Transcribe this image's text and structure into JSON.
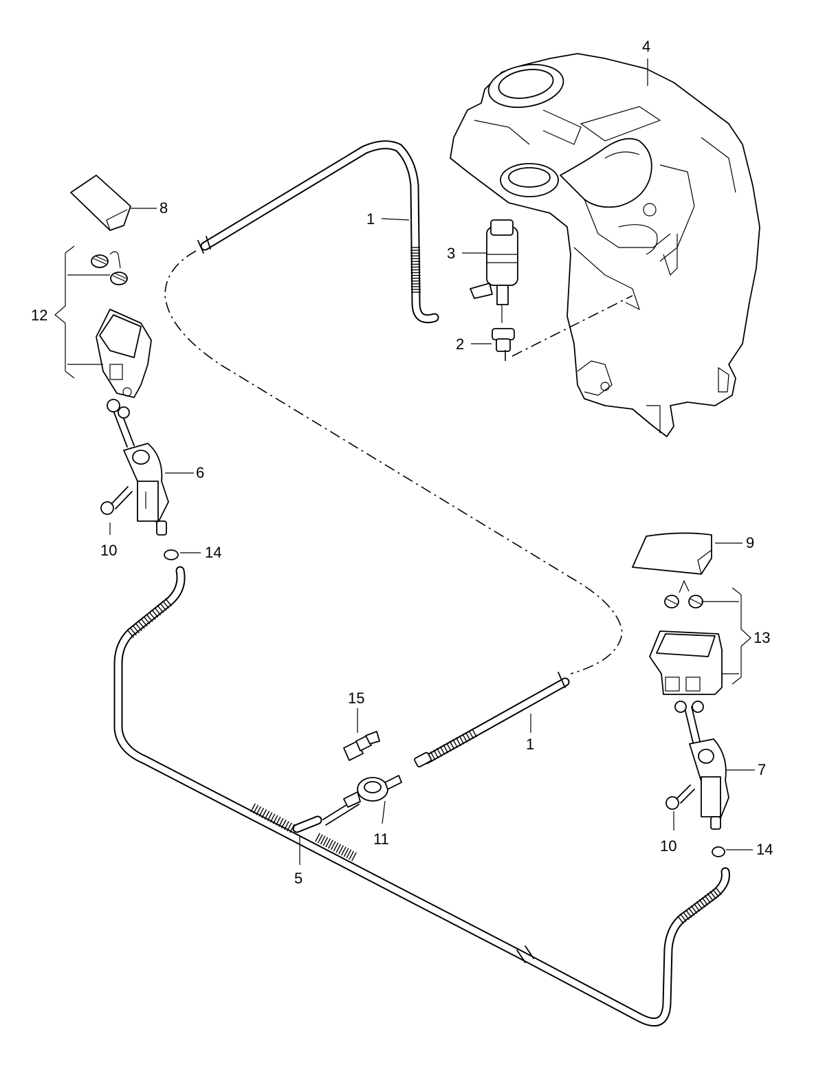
{
  "callouts": {
    "c1_top": "1",
    "c1_bottom": "1",
    "c2": "2",
    "c3": "3",
    "c4": "4",
    "c5": "5",
    "c6": "6",
    "c7": "7",
    "c8": "8",
    "c9": "9",
    "c10_left": "10",
    "c10_right": "10",
    "c11": "11",
    "c12": "12",
    "c13": "13",
    "c14_left": "14",
    "c14_right": "14",
    "c15": "15"
  }
}
